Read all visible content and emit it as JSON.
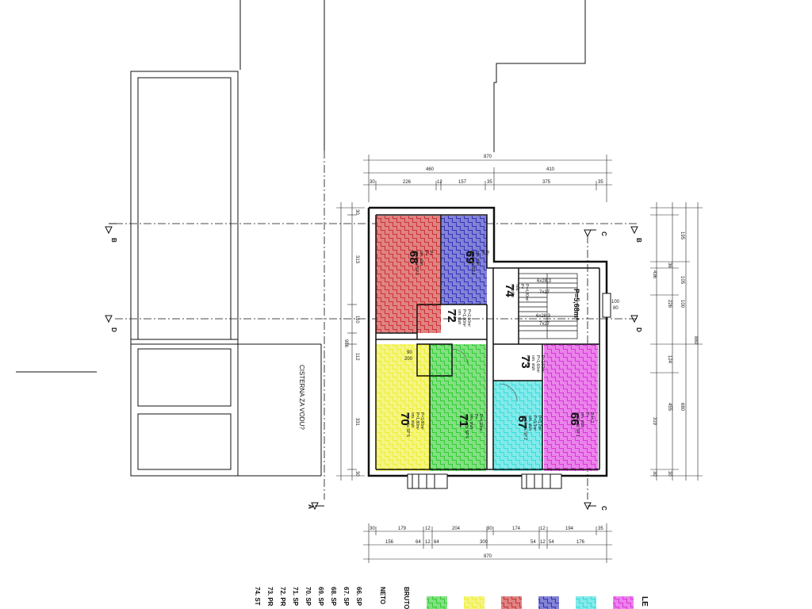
{
  "colors": {
    "line": "#111111",
    "room_66": "#dd33dd",
    "room_67": "#33dddd",
    "room_68": "#cc3333",
    "room_69": "#3333bb",
    "room_70": "#eeee33",
    "room_71": "#33cc33",
    "hatch": "#ffffff"
  },
  "rooms": [
    {
      "id": "room-66",
      "number": "66",
      "l1": "spavaća SP 1",
      "l2": "om. stuh",
      "l3": "P=",
      "l4": "P=4,2"
    },
    {
      "id": "room-67",
      "number": "67",
      "l1": "spavaća SP 2",
      "l2": "om. stuh",
      "l3": "P=3,3m²",
      "l4": "P=3,7m²"
    },
    {
      "id": "room-68",
      "number": "68",
      "l1": "spavaća SP 3",
      "l2": "om. stuh",
      "l3": "P=",
      "l4": "P="
    },
    {
      "id": "room-69",
      "number": "69",
      "l1": "spavaća SP 4",
      "l2": "om. stuh",
      "l3": "P=",
      "l4": "P="
    },
    {
      "id": "room-70",
      "number": "70",
      "l1": "spavaća SP 5",
      "l2": "om. stuh",
      "l3": "P=1,80m²",
      "l4": "P=3,80m²"
    },
    {
      "id": "room-71",
      "number": "71",
      "l1": "spavaća SP 6",
      "l2": "om. stuh",
      "l3": "P=",
      "l4": "P=4,10m²"
    },
    {
      "id": "room-72",
      "number": "72",
      "l1": "prostor",
      "l2": "om. stuh",
      "l3": "P=1,80m²",
      "l4": "P=2,60m²"
    },
    {
      "id": "room-73",
      "number": "73",
      "l1": "prostor",
      "l2": "om. stuh",
      "l3": "P=1,60m²",
      "l4": "P=2,60m²"
    },
    {
      "id": "room-74",
      "number": "74",
      "l1": "stubište",
      "l2": "hod.",
      "l3": "P=",
      "l4": "P=4,80m²"
    }
  ],
  "stair_area": "P=5,68m²",
  "stair_steps": [
    "6x28,3",
    "7x27",
    "6x28,3",
    "7x27"
  ],
  "annotations": {
    "cisterna": "CISTERNA ZA VODU?",
    "door_widths": [
      "90",
      "200"
    ],
    "window_right": [
      "100",
      "80"
    ],
    "small_note": "P=80"
  },
  "sections": {
    "A": "A",
    "B": "B",
    "C": "C",
    "D": "D"
  },
  "dims_top": {
    "total": "870",
    "split": [
      "460",
      "410"
    ],
    "detail": [
      "30",
      "226",
      "12",
      "157",
      "35",
      "375",
      "35"
    ]
  },
  "dims_bottom": {
    "row1": [
      "30",
      "179",
      "12",
      "204",
      "30",
      "174",
      "12",
      "194",
      "35"
    ],
    "row2": [
      "156",
      "64",
      "12",
      "64",
      "300",
      "54",
      "12",
      "54",
      "176"
    ],
    "total": "870"
  },
  "dims_left": [
    "313",
    "110",
    "112",
    "331",
    "30",
    "30",
    "986"
  ],
  "dims_right": [
    "195",
    "36",
    "105",
    "100",
    "226",
    "124",
    "455",
    "319",
    "30",
    "30",
    "436",
    "880",
    "680"
  ],
  "legend": {
    "title": "LE",
    "bruto": "BRUTO",
    "neto": "NETO",
    "items": [
      "66. SP",
      "67. SP",
      "68. SP",
      "69. SP",
      "70. SP",
      "71. SP",
      "72. PR",
      "73. PR",
      "74. ST"
    ],
    "swatch_colors": [
      "#33cc33",
      "#eeee33",
      "#cc3333",
      "#3333bb",
      "#33dddd",
      "#dd33dd"
    ]
  }
}
